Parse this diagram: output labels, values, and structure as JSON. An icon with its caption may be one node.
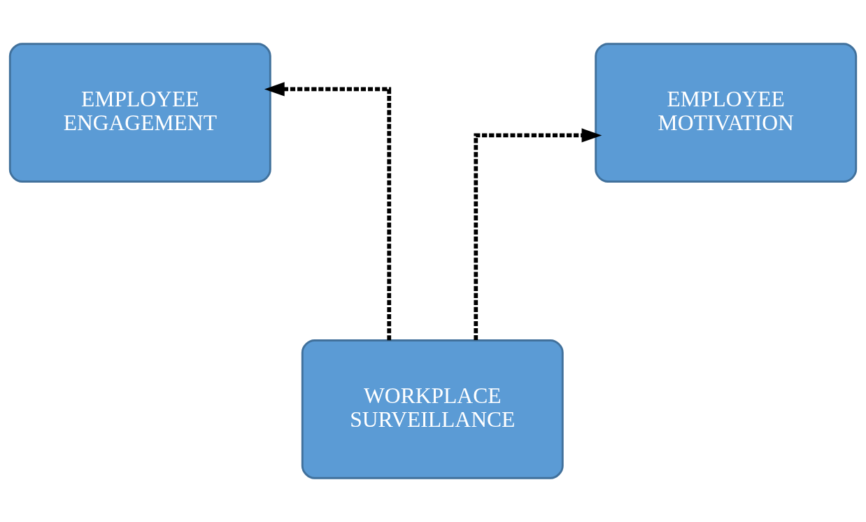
{
  "diagram": {
    "nodes": [
      {
        "text": [
          "EMPLOYEE ENGAGEMENT"
        ]
      },
      {
        "text": [
          "EMPLOYEE MOTIVATION"
        ]
      },
      {
        "text": [
          "WORKPLACE SURVEILLANCE"
        ]
      }
    ],
    "edges": [
      {
        "from": 2,
        "to": 0,
        "arrow": "to",
        "style": "dashed"
      },
      {
        "from": 2,
        "to": 1,
        "arrow": "to",
        "style": "dashed"
      }
    ]
  }
}
